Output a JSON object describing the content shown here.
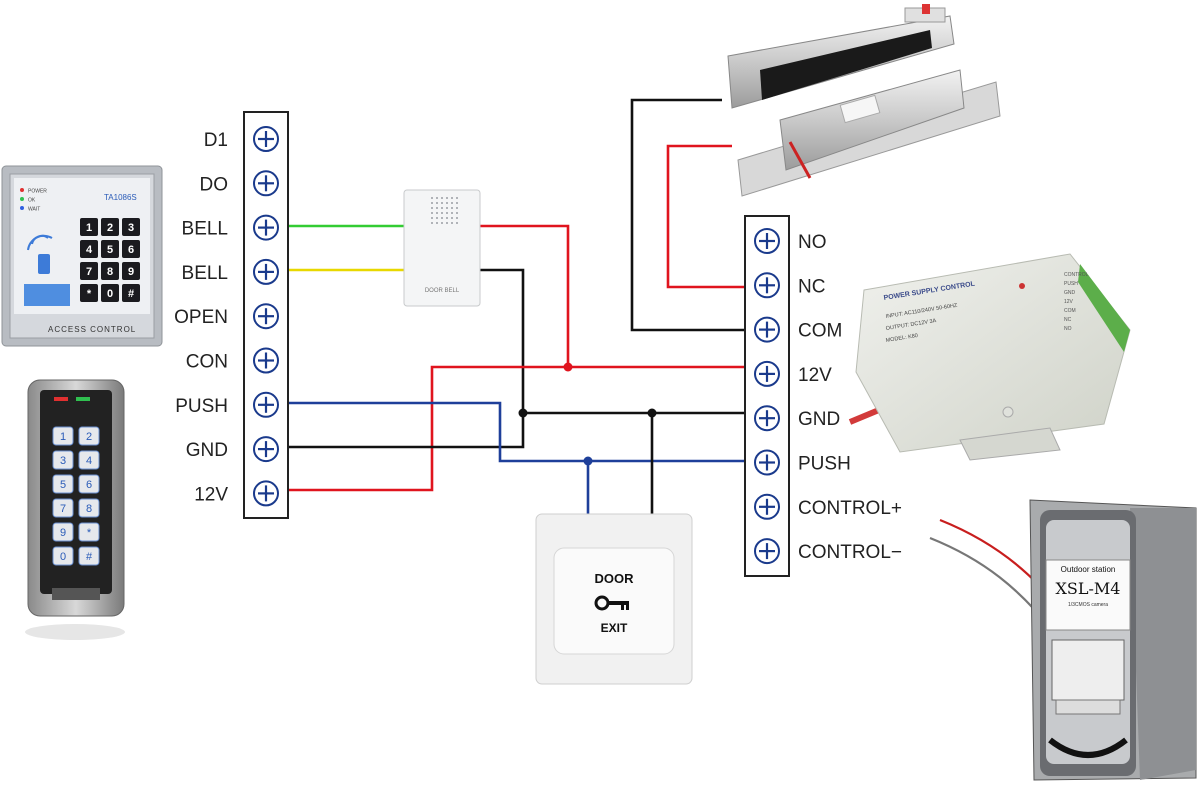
{
  "left_terminal": {
    "labels": [
      "D1",
      "DO",
      "BELL",
      "BELL",
      "OPEN",
      "CON",
      "PUSH",
      "GND",
      "12V"
    ]
  },
  "right_terminal": {
    "labels": [
      "NO",
      "NC",
      "COM",
      "12V",
      "GND",
      "PUSH",
      "CONTROL+",
      "CONTROL−"
    ]
  },
  "access_keypad": {
    "model": "TA1086S",
    "status_leds": [
      "POWER",
      "OK",
      "WAIT"
    ],
    "keys": [
      "1",
      "2",
      "3",
      "4",
      "5",
      "6",
      "7",
      "8",
      "9",
      "*",
      "0",
      "#"
    ],
    "footer": "ACCESS CONTROL"
  },
  "metal_keypad": {
    "keys": [
      "1",
      "2",
      "3",
      "4",
      "5",
      "6",
      "7",
      "8",
      "9",
      "*",
      "0",
      "#"
    ]
  },
  "bell": {
    "label": "DOOR BELL"
  },
  "exit_button": {
    "line1": "DOOR",
    "line2": "EXIT"
  },
  "power_supply": {
    "title": "POWER SUPPLY CONTROL",
    "spec_lines": [
      "INPUT: AC110/240V 50-60HZ",
      "OUTPUT: DC12V 3A",
      "MODEL: K80"
    ],
    "side_labels": [
      "CONTROL",
      "PUSH",
      "GND",
      "12V",
      "COM",
      "NC",
      "NO"
    ]
  },
  "outdoor_station": {
    "caption": "Outdoor station",
    "model": "XSL-M4",
    "sub": "1/3CMOS camera"
  },
  "wire_colors": {
    "green": "#33cc33",
    "yellow": "#e8d800",
    "red": "#e0141e",
    "black": "#111111",
    "blue": "#1e3f9a",
    "terminal_plus": "#1a3a8c"
  }
}
